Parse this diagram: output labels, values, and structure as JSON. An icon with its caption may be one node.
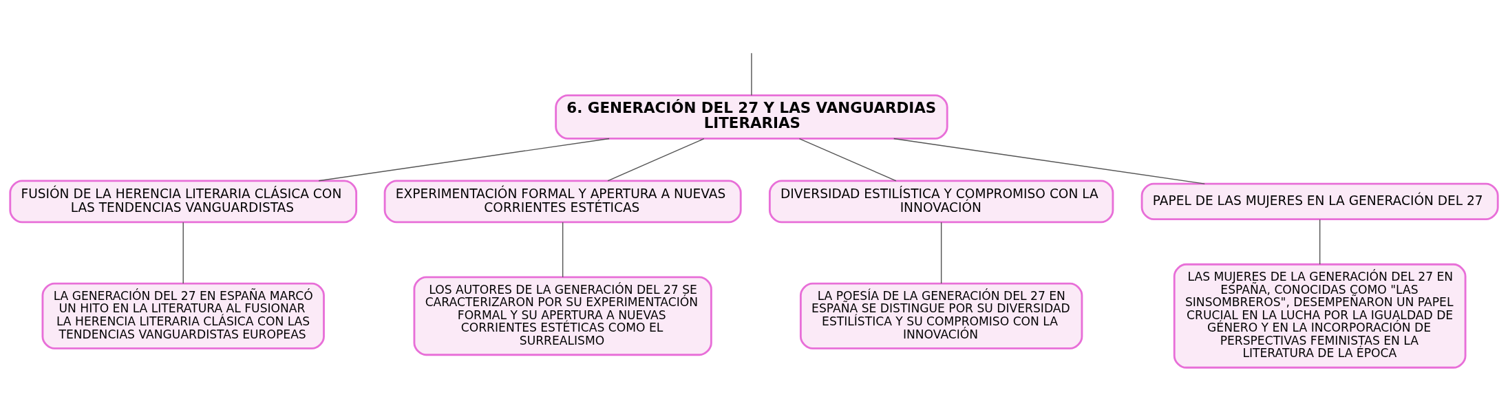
{
  "diagram": {
    "nodes": [
      {
        "text": [
          "6. GENERACIÓN DEL 27 Y LAS VANGUARDIAS LITERARIAS"
        ]
      },
      {
        "text": [
          "FUSIÓN DE LA HERENCIA LITERARIA CLÁSICA CON LAS TENDENCIAS VANGUARDISTAS"
        ]
      },
      {
        "text": [
          "EXPERIMENTACIÓN FORMAL Y APERTURA A NUEVAS CORRIENTES ESTÉTICAS"
        ]
      },
      {
        "text": [
          "DIVERSIDAD ESTILÍSTICA Y COMPROMISO CON LA INNOVACIÓN"
        ]
      },
      {
        "text": [
          "PAPEL DE LAS MUJERES EN LA GENERACIÓN DEL 27"
        ]
      },
      {
        "text": [
          "LA GENERACIÓN DEL 27 EN ESPAÑA MARCÓ UN HITO EN LA LITERATURA AL FUSIONAR LA HERENCIA LITERARIA CLÁSICA CON LAS TENDENCIAS VANGUARDISTAS EUROPEAS"
        ]
      },
      {
        "text": [
          "LOS AUTORES DE LA GENERACIÓN DEL 27 SE CARACTERIZARON POR SU EXPERIMENTACIÓN FORMAL Y SU APERTURA A NUEVAS CORRIENTES ESTÉTICAS COMO EL SURREALISMO"
        ]
      },
      {
        "text": [
          "LA POESÍA DE LA GENERACIÓN DEL 27 EN ESPAÑA SE DISTINGUE POR SU DIVERSIDAD ESTILÍSTICA Y SU COMPROMISO CON LA INNOVACIÓN"
        ]
      },
      {
        "text": [
          "LAS MUJERES DE LA GENERACIÓN DEL 27 EN ESPAÑA, CONOCIDAS COMO \"LAS SINSOMBREROS\", DESEMPEÑARON UN PAPEL CRUCIAL EN LA LUCHA POR LA IGUALDAD DE GÉNERO Y EN LA INCORPORACIÓN DE PERSPECTIVAS FEMINISTAS EN LA LITERATURA DE LA ÉPOCA"
        ]
      }
    ],
    "edges": [
      {
        "from": null,
        "to": 0,
        "arrow": "none"
      },
      {
        "from": 0,
        "to": 1,
        "arrow": "none"
      },
      {
        "from": 0,
        "to": 2,
        "arrow": "none"
      },
      {
        "from": 0,
        "to": 3,
        "arrow": "none"
      },
      {
        "from": 0,
        "to": 4,
        "arrow": "none"
      },
      {
        "from": 1,
        "to": 5,
        "arrow": "none"
      },
      {
        "from": 2,
        "to": 6,
        "arrow": "none"
      },
      {
        "from": 3,
        "to": 7,
        "arrow": "none"
      },
      {
        "from": 4,
        "to": 8,
        "arrow": "none"
      }
    ]
  }
}
